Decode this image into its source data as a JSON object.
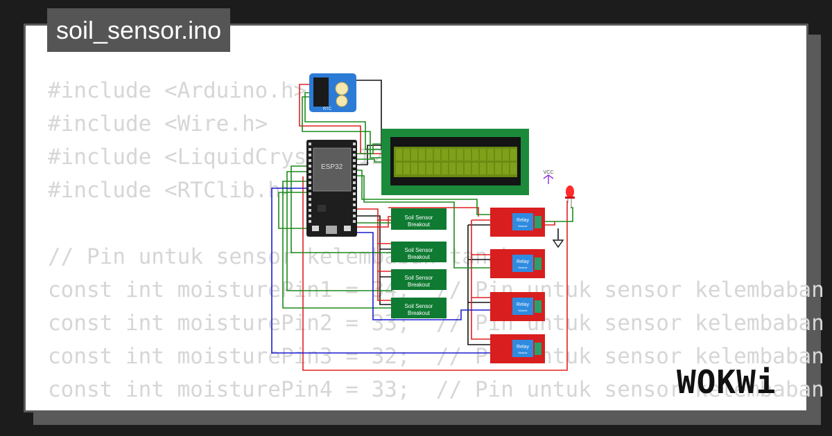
{
  "title": "soil_sensor.ino",
  "code_lines": [
    "#include <Arduino.h>",
    "#include <Wire.h>",
    "#include <LiquidCrystal_I2C.h>",
    "#include <RTClib.h>",
    "",
    "// Pin untuk sensor kelembaban tanah",
    "const int moisturePin1 = 34;  // Pin untuk sensor kelembaban",
    "const int moisturePin2 = 33;  // Pin untuk sensor kelembaban",
    "const int moisturePin3 = 32;  // Pin untuk sensor kelembaban",
    "const int moisturePin4 = 33;  // Pin untuk sensor kelembaban"
  ],
  "logo_text": "WOKWi",
  "components": {
    "esp32_label": "ESP32",
    "rtc_label": "RTC",
    "vcc_label": "VCC",
    "soil_sensor_line1": "Soil Sensor",
    "soil_sensor_line2": "Breakout",
    "relay_line1": "Relay",
    "relay_line2": "Module"
  },
  "colors": {
    "wire_red": "#e02020",
    "wire_green": "#1a8a1a",
    "wire_blue": "#1a1ad0",
    "wire_black": "#111111",
    "pcb_green": "#0f7a32",
    "relay_red": "#d81e1e",
    "lcd_screen": "#6b8c12"
  }
}
